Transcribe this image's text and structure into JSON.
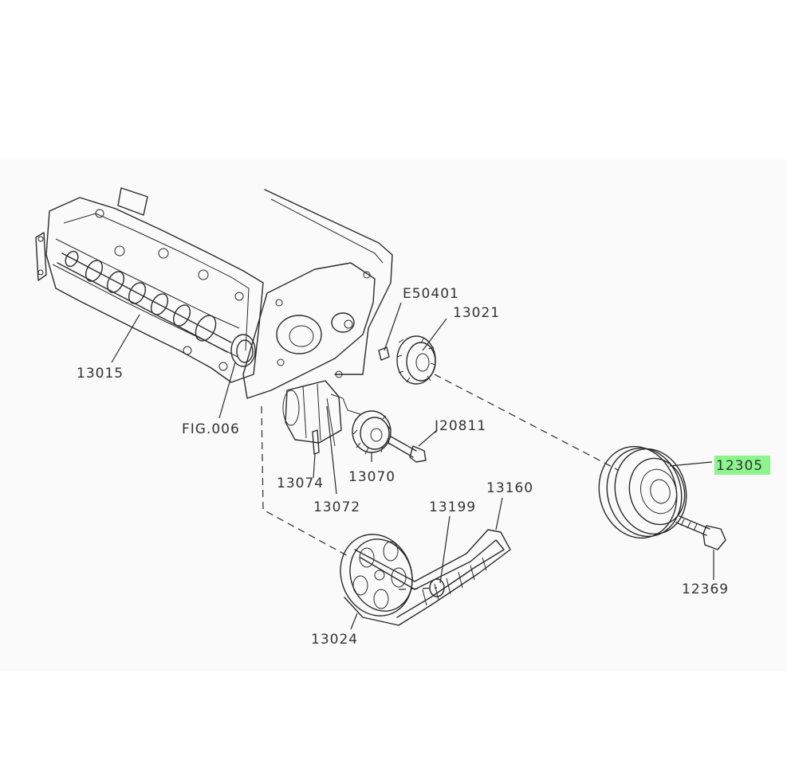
{
  "parts": {
    "camshaft": "13015",
    "fig": "FIG.006",
    "e50401": "E50401",
    "sprocket_13021": "13021",
    "j20811": "J20811",
    "tensioner_13070": "13070",
    "part_13074": "13074",
    "part_13072": "13072",
    "crank_pulley": "12305",
    "bolt": "12369",
    "idler_13199": "13199",
    "belt_13160": "13160",
    "cam_sprocket": "13024"
  },
  "highlight": {
    "part": "12305",
    "color": "#8cf58c"
  }
}
